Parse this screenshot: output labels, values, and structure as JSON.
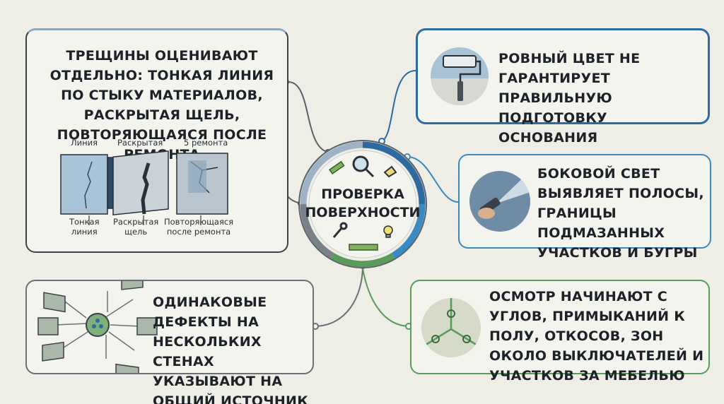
{
  "center": {
    "title_line1": "Проверка",
    "title_line2": "поверхности"
  },
  "cards": {
    "cracks": {
      "title": "Трещины оценивают отдельно: тонкая линия по стыку материалов, раскрытая щель, повторяющаяся после ремонта",
      "top_labels": [
        "Линия",
        "Раскрытая",
        "5 ремонта"
      ],
      "bottom_labels": [
        {
          "line1": "Тонкая",
          "line2": "линия"
        },
        {
          "line1": "Раскрытая",
          "line2": "щель"
        },
        {
          "line1": "Повторяющаяся",
          "line2": "после ремонта"
        }
      ]
    },
    "color": {
      "title": "Ровный цвет не гарантирует правильную подготовку основания"
    },
    "light": {
      "title": "Боковой свет выявляет полосы, границы подмазанных участков и бугры"
    },
    "defects": {
      "title": "Одинаковые дефекты на нескольких стенах указывают на общий источник"
    },
    "inspection": {
      "title": "Осмотр начинают с углов, примыканий к полу, откосов, зон около выключателей и участков за мебелью"
    }
  },
  "colors": {
    "blue": "#2d6aa0",
    "light_blue": "#3a8ac2",
    "green": "#5a9a5a",
    "gray": "#6a7076"
  }
}
